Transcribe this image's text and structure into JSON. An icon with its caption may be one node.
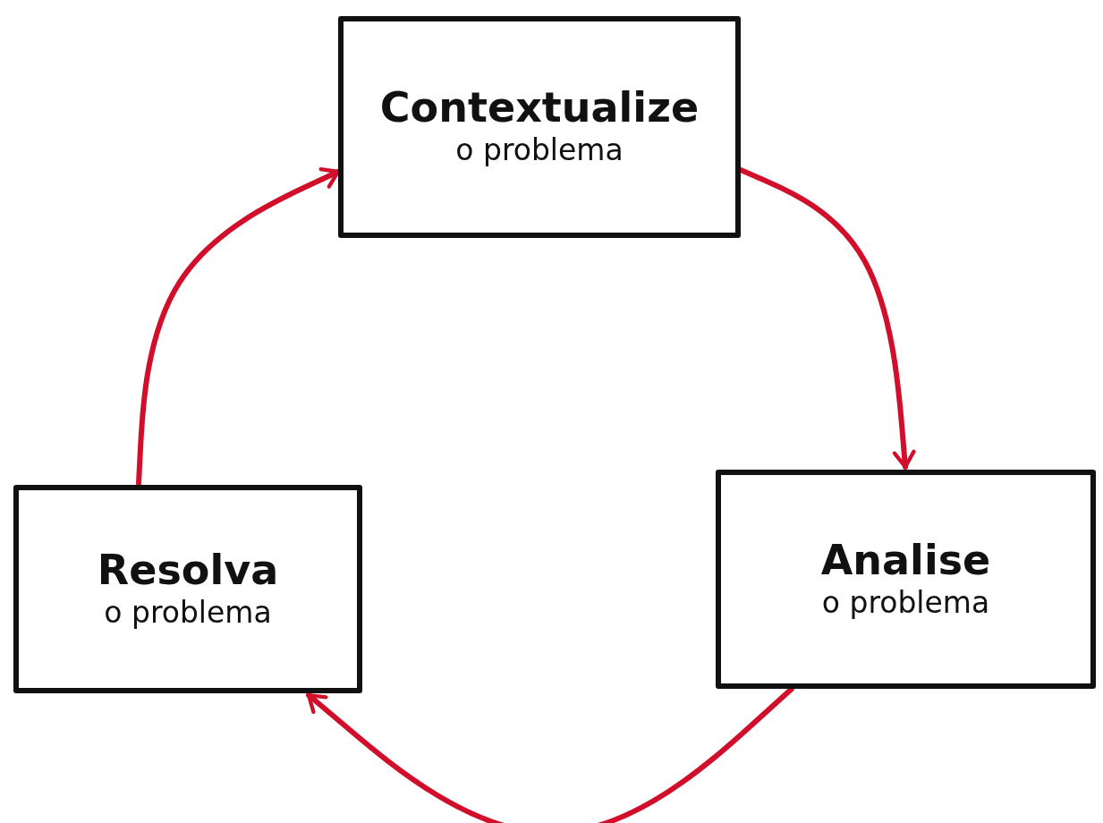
{
  "diagram": {
    "nodes": [
      {
        "text": [
          "Contextualize",
          "o problema"
        ]
      },
      {
        "text": [
          "Analise",
          "o problema"
        ]
      },
      {
        "text": [
          "Resolva",
          "o problema"
        ]
      }
    ],
    "edges": [
      {
        "from": 0,
        "to": 1,
        "arrow": "to"
      },
      {
        "from": 1,
        "to": 2,
        "arrow": "to"
      },
      {
        "from": 2,
        "to": 0,
        "arrow": "to"
      }
    ]
  }
}
